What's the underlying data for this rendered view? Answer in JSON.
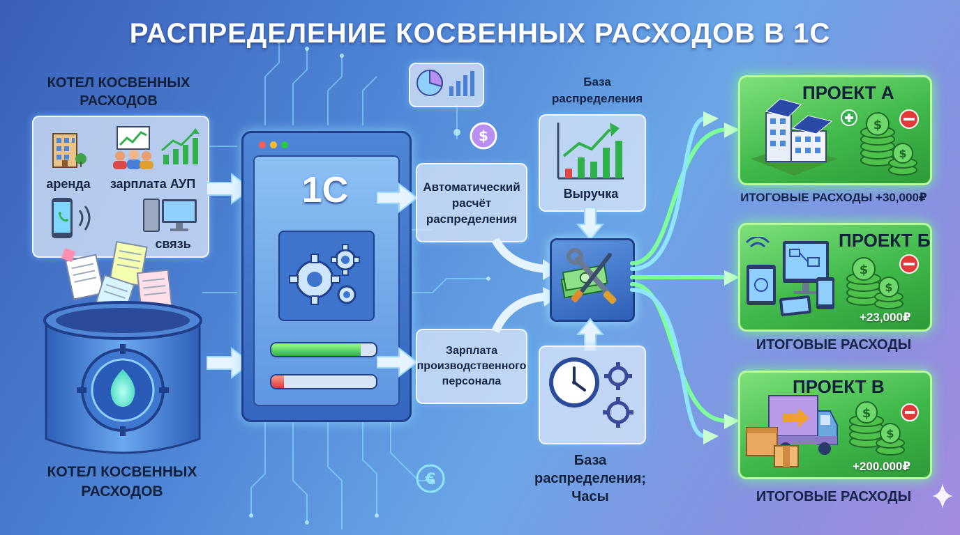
{
  "title": "РАСПРЕДЕЛЕНИЕ КОСВЕННЫХ РАСХОДОВ В 1С",
  "pool": {
    "top_label": "КОТЕЛ КОСВЕННЫХ РАСХОДОВ",
    "items": [
      "аренда",
      "зарплата АУП",
      "связь"
    ],
    "bottom_label": "КОТЕЛ КОСВЕННЫХ РАСХОДОВ"
  },
  "app": {
    "name": "1С",
    "progress_green": 0.85,
    "progress_red": 0.12
  },
  "steps": {
    "auto_calc": "Автоматический расчёт распределения",
    "production_salary": "Зарплата производственного персонала"
  },
  "bases": {
    "top_label": "База распределения",
    "revenue_label": "Выручка",
    "bottom_label": "База распределения; Часы"
  },
  "projects": [
    {
      "title": "ПРОЕКТ А",
      "summary": "ИТОГОВЫЕ РАСХОДЫ +30,000₽",
      "amount": ""
    },
    {
      "title": "ПРОЕКТ Б",
      "summary": "ИТОГОВЫЕ РАСХОДЫ",
      "amount": "+23,000₽"
    },
    {
      "title": "ПРОЕКТ В",
      "summary": "ИТОГОВЫЕ РАСХОДЫ",
      "amount": "+200.000₽"
    }
  ],
  "colors": {
    "accent": "#7cff8a",
    "panel": "#4a7fd6",
    "circuit": "#8fe6ff"
  }
}
